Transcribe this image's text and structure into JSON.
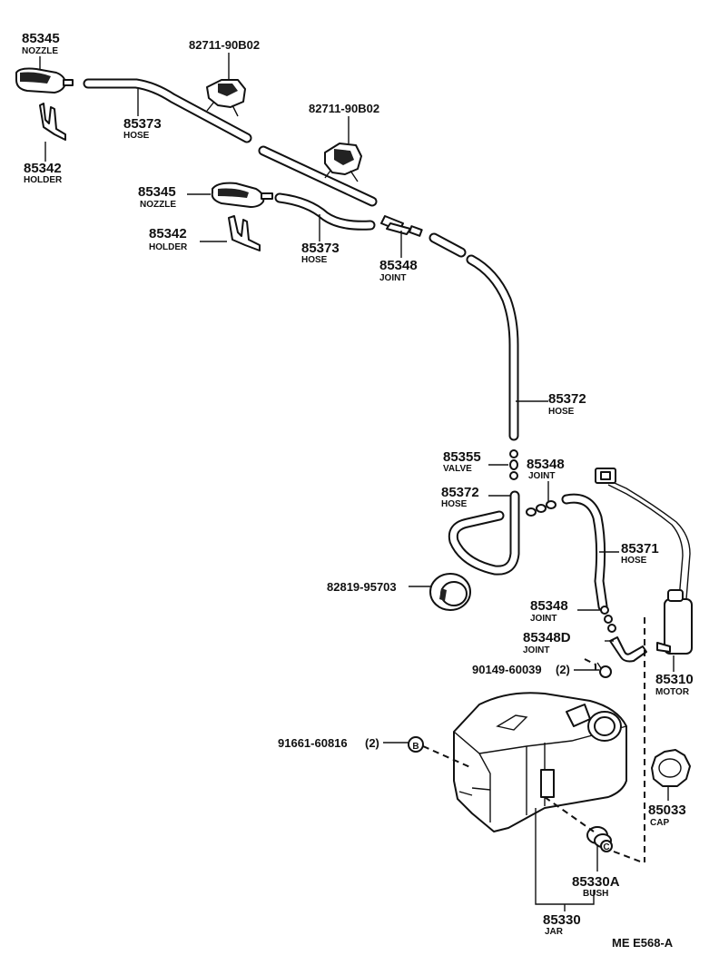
{
  "parts": [
    {
      "key": "nozzle_top",
      "number": "85345",
      "name": "NOZZLE"
    },
    {
      "key": "holder_top",
      "number": "85342",
      "name": "HOLDER"
    },
    {
      "key": "hose_top",
      "number": "85373",
      "name": "HOSE"
    },
    {
      "key": "clip_1",
      "number": "82711-90B02",
      "name": ""
    },
    {
      "key": "clip_2",
      "number": "82711-90B02",
      "name": ""
    },
    {
      "key": "nozzle_mid",
      "number": "85345",
      "name": "NOZZLE"
    },
    {
      "key": "holder_mid",
      "number": "85342",
      "name": "HOLDER"
    },
    {
      "key": "hose_mid",
      "number": "85373",
      "name": "HOSE"
    },
    {
      "key": "joint_top",
      "number": "85348",
      "name": "JOINT"
    },
    {
      "key": "hose_long",
      "number": "85372",
      "name": "HOSE"
    },
    {
      "key": "valve",
      "number": "85355",
      "name": "VALVE"
    },
    {
      "key": "joint_mid",
      "number": "85348",
      "name": "JOINT"
    },
    {
      "key": "hose_u",
      "number": "85372",
      "name": "HOSE"
    },
    {
      "key": "hose_right",
      "number": "85371",
      "name": "HOSE"
    },
    {
      "key": "grommet",
      "number": "82819-95703",
      "name": ""
    },
    {
      "key": "joint_low",
      "number": "85348",
      "name": "JOINT"
    },
    {
      "key": "joint_d",
      "number": "85348D",
      "name": "JOINT"
    },
    {
      "key": "bolt",
      "number": "90149-60039",
      "qty": "(2)",
      "name": ""
    },
    {
      "key": "motor",
      "number": "85310",
      "name": "MOTOR"
    },
    {
      "key": "nut",
      "number": "91661-60816",
      "qty": "(2)",
      "name": ""
    },
    {
      "key": "cap",
      "number": "85033",
      "name": "CAP"
    },
    {
      "key": "bush",
      "number": "85330A",
      "name": "BUSH"
    },
    {
      "key": "jar",
      "number": "85330",
      "name": "JAR"
    }
  ],
  "callouts": {
    "b": "B",
    "c": "C"
  },
  "footer": {
    "code": "ME  E568-A"
  }
}
